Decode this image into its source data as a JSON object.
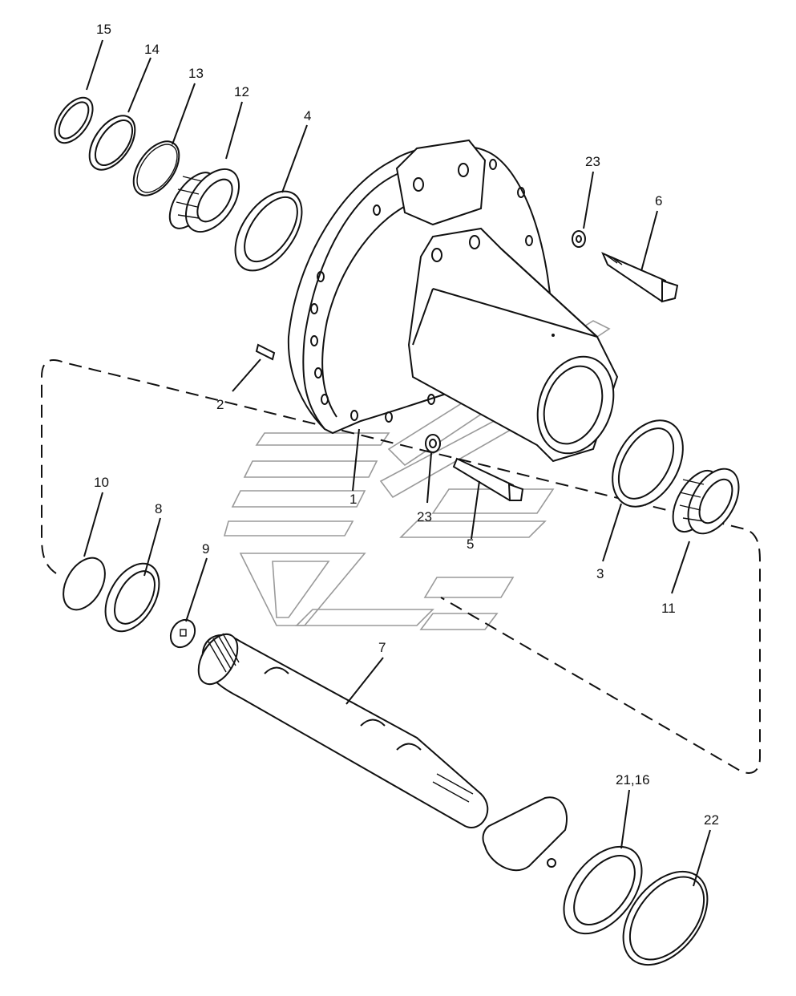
{
  "callouts": {
    "c15": "15",
    "c14": "14",
    "c13": "13",
    "c12": "12",
    "c4": "4",
    "c23a": "23",
    "c6": "6",
    "c2": "2",
    "c1": "1",
    "c23b": "23",
    "c5": "5",
    "c3": "3",
    "c11": "11",
    "c10": "10",
    "c8": "8",
    "c9": "9",
    "c7": "7",
    "c2116": "21,16",
    "c22": "22"
  },
  "colors": {
    "line": "#111111",
    "watermark": "#9a9a9a",
    "background": "#ffffff"
  }
}
